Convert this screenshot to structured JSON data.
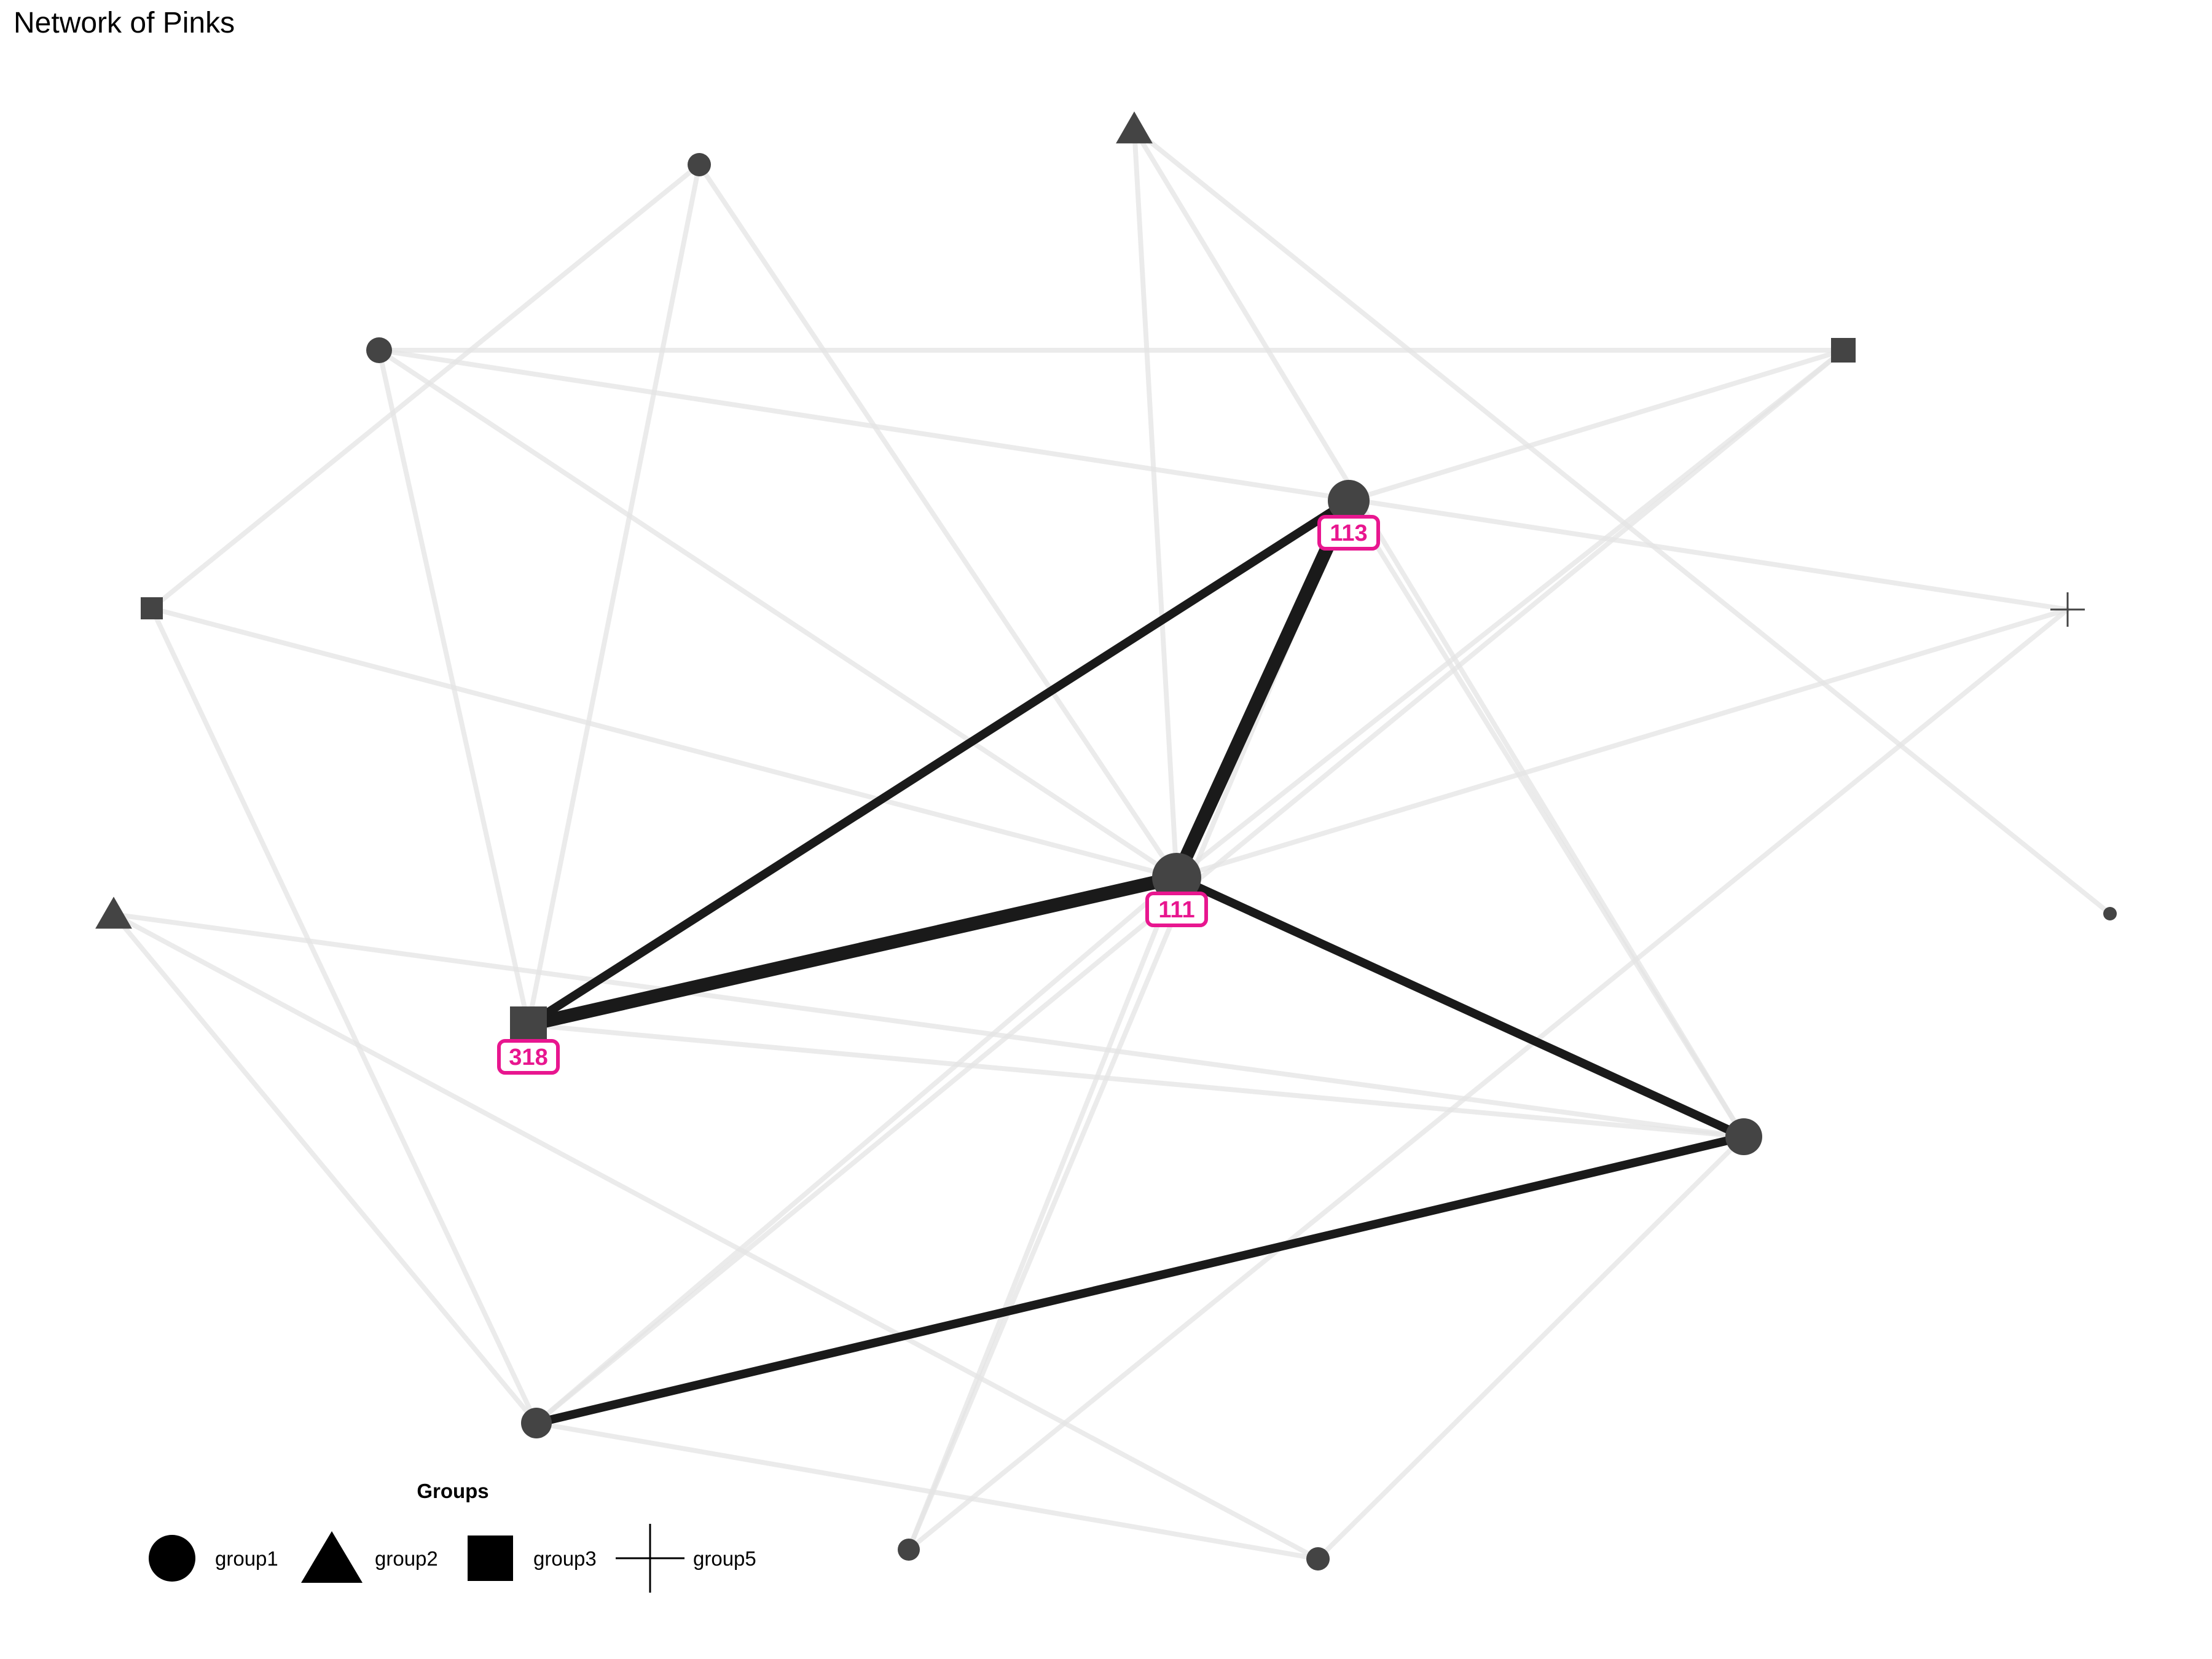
{
  "title": "Network of Pinks",
  "colors": {
    "node": "#444444",
    "strong_edge": "#1a1a1a",
    "faint_edge": "#e5e5e5",
    "label_accent": "#e8168f",
    "label_fill": "#ffffff"
  },
  "nodes": [
    {
      "id": "n111",
      "label": "111",
      "shape": "circle",
      "group": "group1"
    },
    {
      "id": "n113",
      "label": "113",
      "shape": "circle",
      "group": "group1"
    },
    {
      "id": "n318",
      "label": "318",
      "shape": "square",
      "group": "group3"
    },
    {
      "id": "right_big",
      "label": "",
      "shape": "circle",
      "group": "group1"
    },
    {
      "id": "bottom_left",
      "label": "",
      "shape": "circle",
      "group": "group1"
    },
    {
      "id": "top_mid_circle",
      "label": "",
      "shape": "circle",
      "group": "group1"
    },
    {
      "id": "top_triangle",
      "label": "",
      "shape": "triangle",
      "group": "group2"
    },
    {
      "id": "upper_left_circle",
      "label": "",
      "shape": "circle",
      "group": "group1"
    },
    {
      "id": "upper_right_square",
      "label": "",
      "shape": "square",
      "group": "group3"
    },
    {
      "id": "left_square",
      "label": "",
      "shape": "square",
      "group": "group3"
    },
    {
      "id": "right_cross",
      "label": "",
      "shape": "cross",
      "group": "group5"
    },
    {
      "id": "left_triangle",
      "label": "",
      "shape": "triangle",
      "group": "group2"
    },
    {
      "id": "far_right_dot",
      "label": "",
      "shape": "circle",
      "group": "group1"
    },
    {
      "id": "bottom_mid_1",
      "label": "",
      "shape": "circle",
      "group": "group1"
    },
    {
      "id": "bottom_mid_2",
      "label": "",
      "shape": "circle",
      "group": "group1"
    }
  ],
  "edges": [
    {
      "source": "n318",
      "target": "n111",
      "strength": "strong"
    },
    {
      "source": "n318",
      "target": "n113",
      "strength": "strong"
    },
    {
      "source": "n111",
      "target": "n113",
      "strength": "strong"
    },
    {
      "source": "n111",
      "target": "right_big",
      "strength": "strong"
    },
    {
      "source": "bottom_left",
      "target": "right_big",
      "strength": "strong"
    },
    {
      "source": "top_mid_circle",
      "target": "left_square",
      "strength": "faint"
    },
    {
      "source": "top_mid_circle",
      "target": "n111",
      "strength": "faint"
    },
    {
      "source": "top_mid_circle",
      "target": "n318",
      "strength": "faint"
    },
    {
      "source": "top_triangle",
      "target": "n111",
      "strength": "faint"
    },
    {
      "source": "top_triangle",
      "target": "right_big",
      "strength": "faint"
    },
    {
      "source": "top_triangle",
      "target": "far_right_dot",
      "strength": "faint"
    },
    {
      "source": "upper_left_circle",
      "target": "upper_right_square",
      "strength": "faint"
    },
    {
      "source": "upper_left_circle",
      "target": "right_cross",
      "strength": "faint"
    },
    {
      "source": "upper_left_circle",
      "target": "n111",
      "strength": "faint"
    },
    {
      "source": "upper_left_circle",
      "target": "n318",
      "strength": "faint"
    },
    {
      "source": "upper_right_square",
      "target": "n113",
      "strength": "faint"
    },
    {
      "source": "upper_right_square",
      "target": "n111",
      "strength": "faint"
    },
    {
      "source": "upper_right_square",
      "target": "bottom_left",
      "strength": "faint"
    },
    {
      "source": "left_square",
      "target": "n111",
      "strength": "faint"
    },
    {
      "source": "left_square",
      "target": "bottom_left",
      "strength": "faint"
    },
    {
      "source": "right_cross",
      "target": "n111",
      "strength": "faint"
    },
    {
      "source": "right_cross",
      "target": "bottom_mid_1",
      "strength": "faint"
    },
    {
      "source": "left_triangle",
      "target": "right_big",
      "strength": "faint"
    },
    {
      "source": "left_triangle",
      "target": "bottom_left",
      "strength": "faint"
    },
    {
      "source": "left_triangle",
      "target": "bottom_mid_2",
      "strength": "faint"
    },
    {
      "source": "n318",
      "target": "right_big",
      "strength": "faint"
    },
    {
      "source": "n113",
      "target": "right_big",
      "strength": "faint"
    },
    {
      "source": "n113",
      "target": "bottom_mid_1",
      "strength": "faint"
    },
    {
      "source": "n111",
      "target": "bottom_left",
      "strength": "faint"
    },
    {
      "source": "n111",
      "target": "bottom_mid_1",
      "strength": "faint"
    },
    {
      "source": "bottom_left",
      "target": "bottom_mid_2",
      "strength": "faint"
    },
    {
      "source": "right_big",
      "target": "bottom_mid_2",
      "strength": "faint"
    }
  ],
  "legend": {
    "title": "Groups",
    "items": [
      {
        "shape": "circle",
        "label": "group1"
      },
      {
        "shape": "triangle",
        "label": "group2"
      },
      {
        "shape": "square",
        "label": "group3"
      },
      {
        "shape": "cross",
        "label": "group5"
      }
    ]
  }
}
